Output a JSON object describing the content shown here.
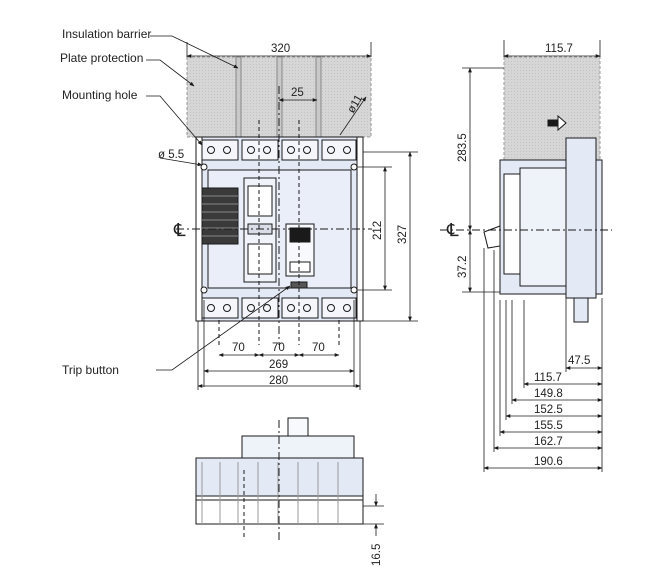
{
  "callouts": {
    "insulation_barrier": "Insulation barrier",
    "plate_protection": "Plate protection",
    "mounting_hole": "Mounting hole",
    "trip_button": "Trip button"
  },
  "front_view": {
    "width_320": "320",
    "pitch_25": "25",
    "dia_11": "ø11",
    "dia_5_5": "ø 5.5",
    "height_212": "212",
    "height_327": "327",
    "pitch_70_a": "70",
    "pitch_70_b": "70",
    "pitch_70_c": "70",
    "width_269": "269",
    "width_280": "280",
    "centerline": "℄"
  },
  "side_view": {
    "depth_115_7_top": "115.7",
    "height_283_5": "283.5",
    "offset_37_2": "37.2",
    "depth_47_5": "47.5",
    "depths": [
      "115.7",
      "149.8",
      "152.5",
      "155.5",
      "162.7",
      "190.6"
    ],
    "centerline": "℄"
  },
  "bottom_view": {
    "height_16_5": "16.5"
  },
  "colors": {
    "body_fill": "#e4eaf5",
    "body_fill_light": "#eef2f9",
    "barrier_fill": "#dcdcdc",
    "heatsink_dark": "#3a3a3a",
    "line": "#1a1a1a"
  }
}
